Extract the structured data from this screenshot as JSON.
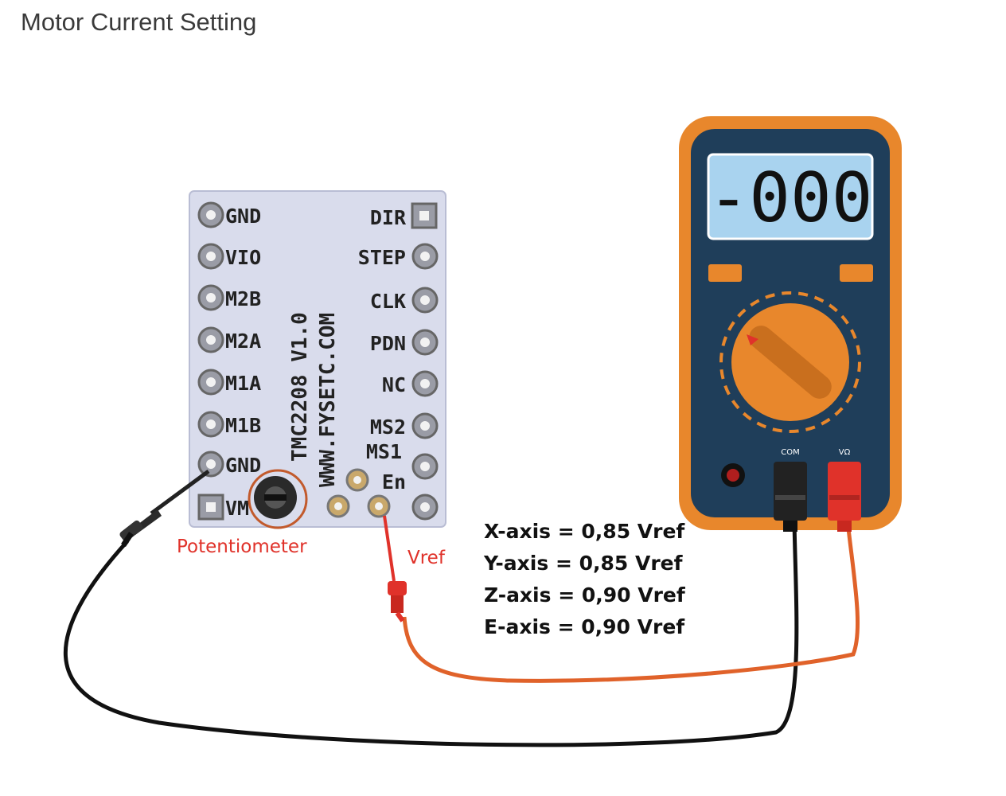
{
  "title": "Motor Current Setting",
  "board": {
    "model_text": "TMC2208 V1.0",
    "url_text": "WWW.FYSETC.COM",
    "left_pins": [
      "GND",
      "VIO",
      "M2B",
      "M2A",
      "M1A",
      "M1B",
      "GND",
      "VM"
    ],
    "right_pins": [
      "DIR",
      "STEP",
      "CLK",
      "PDN",
      "NC",
      "MS2",
      "MS1",
      "En"
    ]
  },
  "multimeter": {
    "display": "-000",
    "port_com": "COM",
    "port_v": "VΩ"
  },
  "labels": {
    "potentiometer": "Potentiometer",
    "vref": "Vref"
  },
  "axis_settings": [
    "X-axis = 0,85 Vref",
    "Y-axis = 0,85 Vref",
    "Z-axis = 0,90 Vref",
    "E-axis = 0,90 Vref"
  ],
  "colors": {
    "board": "#d9dcec",
    "meter_body": "#e8872c",
    "meter_face": "#1f3e5a",
    "lcd": "#a9d3ef",
    "lead_black": "#111111",
    "lead_orange": "#e0622a",
    "probe_red": "#e0322a"
  }
}
